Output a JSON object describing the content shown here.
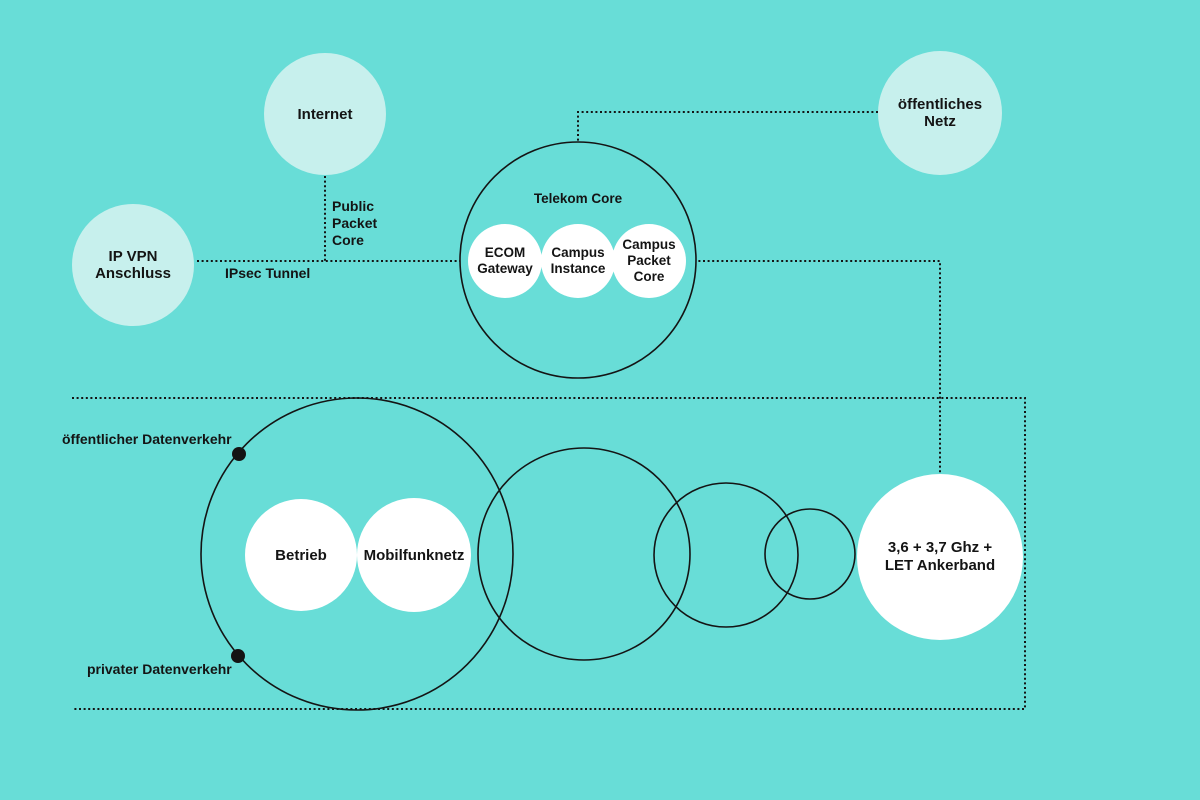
{
  "colors": {
    "background": "#68DDD7",
    "node_fill": "#C7F0ED",
    "white_fill": "#FFFFFF",
    "line": "#141414",
    "text": "#141414"
  },
  "nodes": {
    "internet": {
      "label": "Internet"
    },
    "ip_vpn": {
      "lines": [
        "IP VPN",
        "Anschluss"
      ]
    },
    "oeffentliches_netz": {
      "lines": [
        "öffentliches",
        "Netz"
      ]
    },
    "telekom_core": {
      "label": "Telekom Core"
    },
    "ecom_gateway": {
      "lines": [
        "ECOM",
        "Gateway"
      ]
    },
    "campus_instance": {
      "lines": [
        "Campus",
        "Instance"
      ]
    },
    "campus_packet_core": {
      "lines": [
        "Campus",
        "Packet",
        "Core"
      ]
    },
    "betrieb": {
      "label": "Betrieb"
    },
    "mobilfunknetz": {
      "label": "Mobilfunknetz"
    },
    "ankerband": {
      "lines": [
        "3,6 + 3,7 Ghz +",
        "LET Ankerband"
      ]
    }
  },
  "edge_labels": {
    "public_packet_core": [
      "Public",
      "Packet",
      "Core"
    ],
    "ipsec_tunnel": "IPsec Tunnel",
    "oeffentlicher_datenverkehr": "öffentlicher Datenverkehr",
    "privater_datenverkehr": "privater Datenverkehr"
  }
}
